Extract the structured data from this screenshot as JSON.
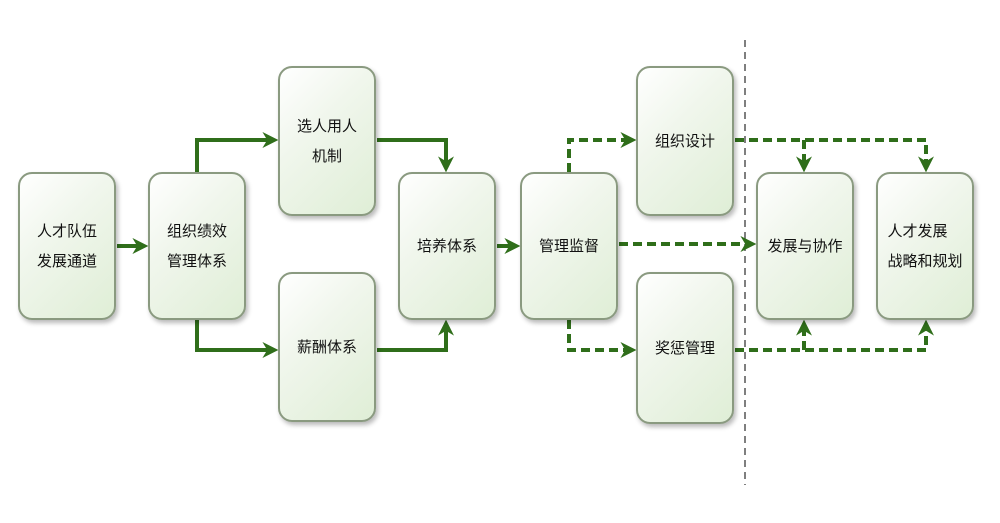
{
  "nodes": [
    {
      "id": "n1",
      "lines": [
        "人才队伍",
        "发展通道"
      ]
    },
    {
      "id": "n2",
      "lines": [
        "组织绩效",
        "管理体系"
      ]
    },
    {
      "id": "n3",
      "lines": [
        "选人用人",
        "机制"
      ]
    },
    {
      "id": "n4",
      "lines": [
        "薪酬体系"
      ]
    },
    {
      "id": "n5",
      "lines": [
        "培养体系"
      ]
    },
    {
      "id": "n6",
      "lines": [
        "管理监督"
      ]
    },
    {
      "id": "n7",
      "lines": [
        "组织设计"
      ]
    },
    {
      "id": "n8",
      "lines": [
        "奖惩管理"
      ]
    },
    {
      "id": "n9",
      "lines": [
        "发展与协作"
      ]
    },
    {
      "id": "n10",
      "lines": [
        "人才发展",
        "战略和规划"
      ]
    }
  ],
  "connections": [
    {
      "from": "n1",
      "to": "n2",
      "style": "solid"
    },
    {
      "from": "n2",
      "to": "n3",
      "style": "solid"
    },
    {
      "from": "n2",
      "to": "n4",
      "style": "solid"
    },
    {
      "from": "n3",
      "to": "n5",
      "style": "solid"
    },
    {
      "from": "n4",
      "to": "n5",
      "style": "solid"
    },
    {
      "from": "n5",
      "to": "n6",
      "style": "solid"
    },
    {
      "from": "n6",
      "to": "n7",
      "style": "dashed"
    },
    {
      "from": "n6",
      "to": "n8",
      "style": "dashed"
    },
    {
      "from": "n6",
      "to": "n9",
      "style": "dashed"
    },
    {
      "from": "n7",
      "to": "n9",
      "style": "dashed"
    },
    {
      "from": "n7",
      "to": "n10",
      "style": "dashed"
    },
    {
      "from": "n8",
      "to": "n9",
      "style": "dashed"
    },
    {
      "from": "n8",
      "to": "n10",
      "style": "dashed"
    }
  ],
  "colors": {
    "arrow": "#2f6e1a",
    "divider": "#555555",
    "node_border": "#8a9a80",
    "node_fill": "#e6f1df"
  }
}
